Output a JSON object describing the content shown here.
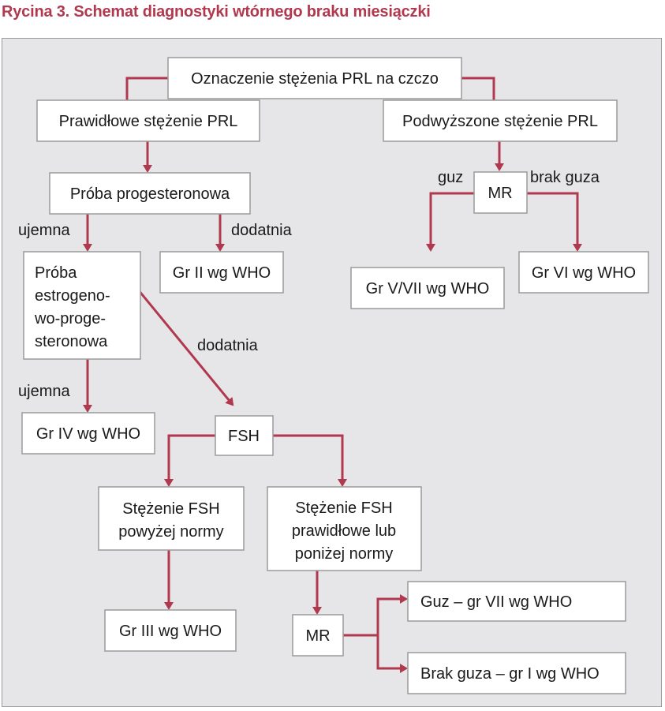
{
  "title": "Rycina 3. Schemat diagnostyki wtórnego braku miesiączki",
  "colors": {
    "title": "#b0394f",
    "arrow": "#b0394f",
    "panel_bg": "#e6e6e8",
    "box_fill": "#ffffff",
    "box_border": "#9a9a9a"
  },
  "nodes": {
    "prl_fasting": "Oznaczenie stężenia PRL na czczo",
    "prl_normal": "Prawidłowe stężenie  PRL",
    "prl_elevated": "Podwyższone stężenie PRL",
    "progesterone_test": "Próba progesteronowa",
    "mr_top": "MR",
    "estro_progest_test": [
      "Próba",
      "estrogeno-",
      "wo-proge-",
      "steronowa"
    ],
    "who_group_2": "Gr II wg WHO",
    "who_group_5_7": "Gr V/VII wg WHO",
    "who_group_6": "Gr VI wg WHO",
    "who_group_4": "Gr IV wg WHO",
    "fsh": "FSH",
    "fsh_high": [
      "Stężenie FSH",
      "powyżej normy"
    ],
    "fsh_normal_low": [
      "Stężenie FSH",
      "prawidłowe lub",
      "poniżej normy"
    ],
    "who_group_3": "Gr III wg WHO",
    "mr_bottom": "MR",
    "tumor_group_7": "Guz – gr VII wg WHO",
    "no_tumor_group_1": "Brak guza – gr I wg WHO"
  },
  "edge_labels": {
    "negative_1": "ujemna",
    "positive_1": "dodatnia",
    "tumor": "guz",
    "no_tumor": "brak guza",
    "positive_2": "dodatnia",
    "negative_2": "ujemna"
  }
}
